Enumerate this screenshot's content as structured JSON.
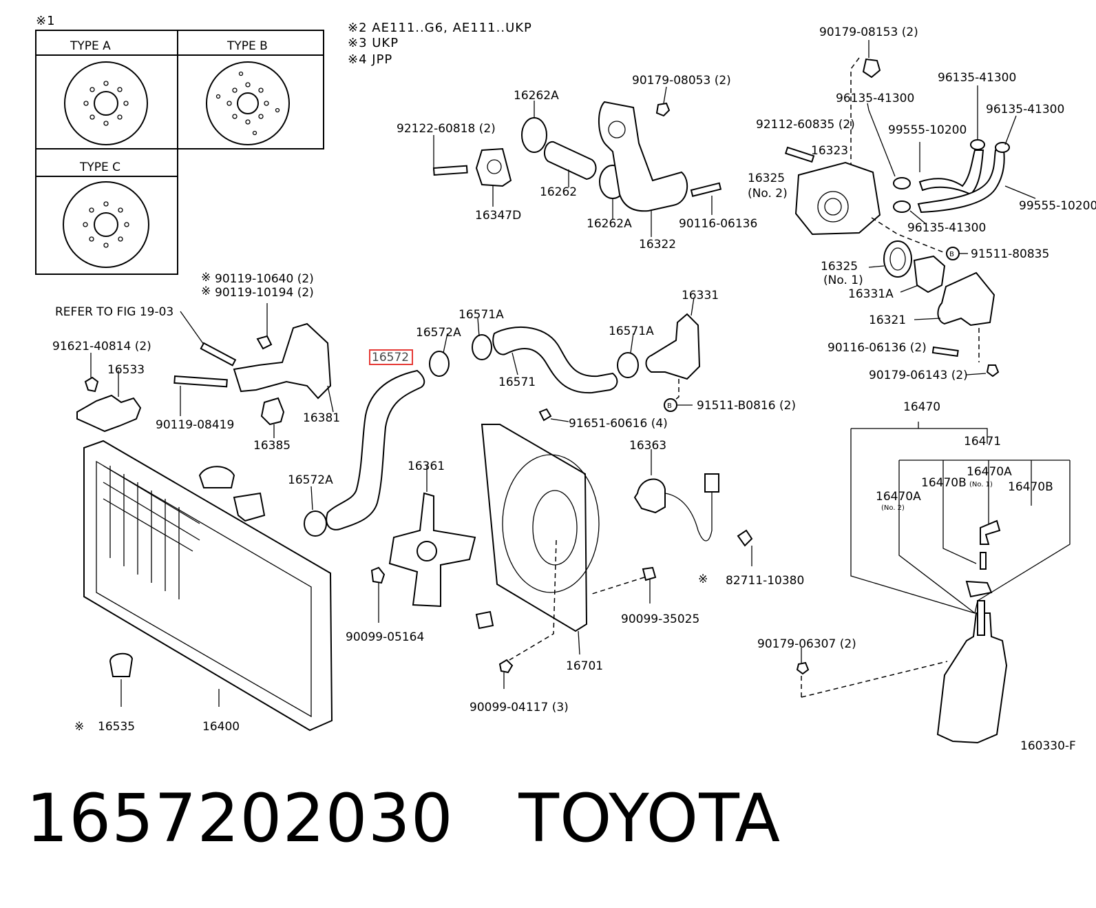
{
  "caption": {
    "part_number": "1657202030",
    "brand": "TOYOTA"
  },
  "figure_code": "160330-F",
  "highlighted_part": "16572",
  "notes": {
    "star1": "※1",
    "star2": "※2 AE111..G6, AE111..UKP",
    "star3": "※3 UKP",
    "star4": "※4 JPP"
  },
  "types": {
    "a": "TYPE A",
    "b": "TYPE B",
    "c": "TYPE C"
  },
  "labels": {
    "p90179_08153": "90179-08153 (2)",
    "p96135_41300_a": "96135-41300",
    "p96135_41300_b": "96135-41300",
    "p96135_41300_c": "96135-41300",
    "p96135_41300_d": "96135-41300",
    "p90179_08053": "90179-08053 (2)",
    "p16262A_top": "16262A",
    "p92122_60818": "92122-60818 (2)",
    "p92112_60835": "92112-60835 (2)",
    "p16323": "16323",
    "p99555_10200_a": "99555-10200",
    "p99555_10200_b": "99555-10200",
    "p16325_no2": "16325",
    "p16325_no2_sub": "(No. 2)",
    "p16262": "16262",
    "p16347D": "16347D",
    "p16262A_bot": "16262A",
    "p90116_06136_a": "90116-06136",
    "p16322": "16322",
    "p91511_80835": "91511-80835",
    "p16325_no1": "16325",
    "p16325_no1_sub": "(No. 1)",
    "p16331A": "16331A",
    "p16321": "16321",
    "p90116_06136_b": "90116-06136 (2)",
    "p90179_06143": "90179-06143 (2)",
    "p90119_10640": "90119-10640 (2)",
    "p90119_10194": "90119-10194 (2)",
    "p_refer": "REFER TO FIG 19-03",
    "p91621_40814": "91621-40814 (2)",
    "p16533": "16533",
    "p90119_08419": "90119-08419",
    "p16381": "16381",
    "p16385": "16385",
    "p16572A_a": "16572A",
    "p16571A_a": "16571A",
    "p16572": "16572",
    "p16571": "16571",
    "p16571A_b": "16571A",
    "p16331": "16331",
    "p91511_B0816": "91511-B0816 (2)",
    "p16470": "16470",
    "p91651_60616": "91651-60616 (4)",
    "p16471": "16471",
    "p16363": "16363",
    "p16470A": "16470A",
    "p16470A_no1": "(No. 1)",
    "p16470B_a": "16470B",
    "p16470B_b": "16470B",
    "p16470A_2": "16470A",
    "p16470A_no2": "(No. 2)",
    "p16572A_b": "16572A",
    "p16361": "16361",
    "p82711_10380": "82711-10380",
    "p90099_35025": "90099-35025",
    "p90099_05164": "90099-05164",
    "p16701": "16701",
    "p90179_06307": "90179-06307 (2)",
    "p90099_04117": "90099-04117 (3)",
    "p16535": "16535",
    "p16400": "16400"
  },
  "marks": {
    "star": "※",
    "b": "B"
  }
}
